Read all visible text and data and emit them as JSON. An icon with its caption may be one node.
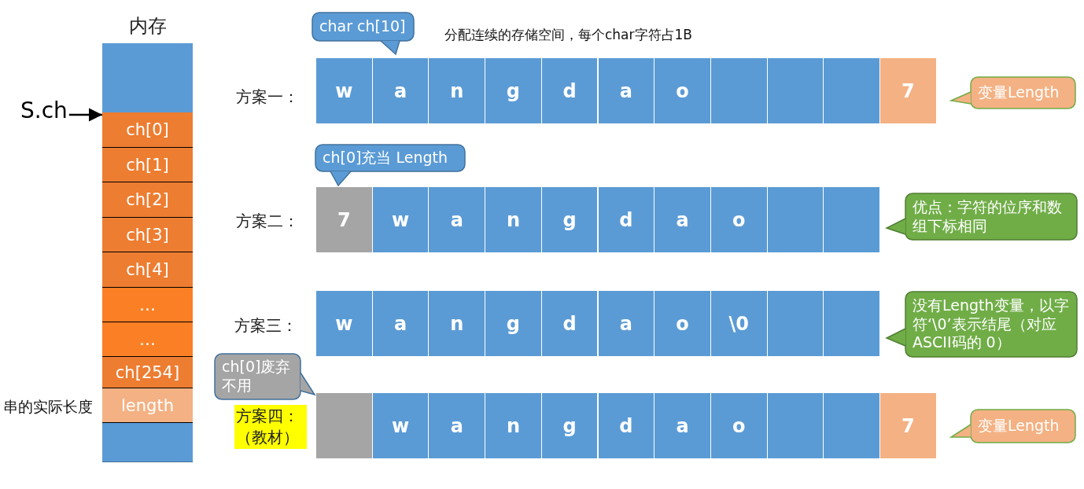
{
  "diagram": {
    "nodes": [
      {
        "text": [
          "内存"
        ]
      },
      {
        "text": [
          "ch[0]"
        ],
        "in": 0
      },
      {
        "text": [
          "ch[1]"
        ],
        "in": 0
      },
      {
        "text": [
          "ch[2]"
        ],
        "in": 0
      },
      {
        "text": [
          "ch[3]"
        ],
        "in": 0
      },
      {
        "text": [
          "ch[4]"
        ],
        "in": 0
      },
      {
        "text": [
          "…"
        ],
        "in": 0
      },
      {
        "text": [
          "…"
        ],
        "in": 0
      },
      {
        "text": [
          "ch[254]"
        ],
        "in": 0
      },
      {
        "text": [
          "length"
        ],
        "in": 0,
        "beside": [
          "串的实际长度"
        ]
      },
      {
        "text": [
          "S.ch"
        ]
      },
      {
        "text": [
          "char ch[10]"
        ]
      },
      {
        "text": [
          "w"
        ]
      },
      {
        "text": [
          "a"
        ]
      },
      {
        "text": [
          "n"
        ]
      },
      {
        "text": [
          "g"
        ]
      },
      {
        "text": [
          "d"
        ]
      },
      {
        "text": [
          "a"
        ]
      },
      {
        "text": [
          "o"
        ]
      },
      {
        "text": [],
        "shape": "box"
      },
      {
        "text": [],
        "shape": "box"
      },
      {
        "text": [],
        "shape": "box"
      },
      {
        "text": [
          "7"
        ]
      },
      {
        "text": [
          "变量Length"
        ]
      },
      {
        "text": [
          "ch[0]充当 Length"
        ]
      },
      {
        "text": [
          "7"
        ]
      },
      {
        "text": [
          "w"
        ]
      },
      {
        "text": [
          "a"
        ]
      },
      {
        "text": [
          "n"
        ]
      },
      {
        "text": [
          "g"
        ]
      },
      {
        "text": [
          "d"
        ]
      },
      {
        "text": [
          "a"
        ]
      },
      {
        "text": [
          "o"
        ]
      },
      {
        "text": [],
        "shape": "box"
      },
      {
        "text": [],
        "shape": "box"
      },
      {
        "text": [
          "优点：字符的位序和数组下标相同"
        ]
      },
      {
        "text": [
          "w"
        ]
      },
      {
        "text": [
          "a"
        ]
      },
      {
        "text": [
          "n"
        ]
      },
      {
        "text": [
          "g"
        ]
      },
      {
        "text": [
          "d"
        ]
      },
      {
        "text": [
          "a"
        ]
      },
      {
        "text": [
          "o"
        ]
      },
      {
        "text": [
          "\\0"
        ]
      },
      {
        "text": [],
        "shape": "box"
      },
      {
        "text": [],
        "shape": "box"
      },
      {
        "text": [
          "没有Length变量，以字符‘\\0’表示结尾（对应ASCII码的 0）"
        ]
      },
      {
        "text": [
          "ch[0]废弃不用"
        ]
      },
      {
        "text": [],
        "shape": "box"
      },
      {
        "text": [
          "w"
        ]
      },
      {
        "text": [
          "a"
        ]
      },
      {
        "text": [
          "n"
        ]
      },
      {
        "text": [
          "g"
        ]
      },
      {
        "text": [
          "d"
        ]
      },
      {
        "text": [
          "a"
        ]
      },
      {
        "text": [
          "o"
        ]
      },
      {
        "text": [],
        "shape": "box"
      },
      {
        "text": [],
        "shape": "box"
      },
      {
        "text": [
          "7"
        ]
      },
      {
        "text": [
          "变量Length"
        ]
      }
    ],
    "edges": [
      {
        "from": 10,
        "to": 1,
        "arrow": "to"
      }
    ],
    "labels": [
      "分配连续的存储空间，每个char字符占1B",
      "方案一：",
      "方案二：",
      "方案三：",
      "方案四：（教材）"
    ]
  }
}
